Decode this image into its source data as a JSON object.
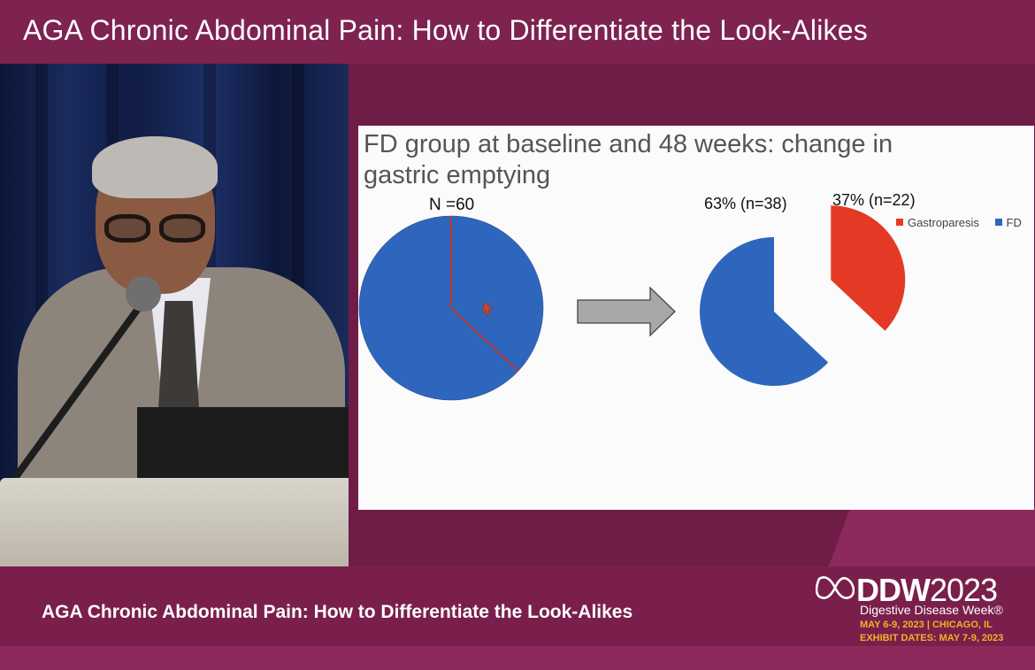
{
  "header": {
    "title": "AGA Chronic Abdominal Pain: How to Differentiate the Look-Alikes"
  },
  "slide": {
    "title": "FD group at baseline and 48 weeks: change in gastric emptying"
  },
  "chart_data": {
    "type": "pie",
    "title": "FD group at baseline and 48 weeks: change in gastric emptying",
    "baseline": {
      "label": "N =60",
      "slices": [
        {
          "name": "FD",
          "value": 60,
          "color": "#2f66bd"
        }
      ]
    },
    "followup": {
      "slices": [
        {
          "name": "FD",
          "value": 63,
          "n": 38,
          "label": "63% (n=38)",
          "color": "#2f66bd"
        },
        {
          "name": "Gastroparesis",
          "value": 37,
          "n": 22,
          "label": "37% (n=22)",
          "color": "#e43a25"
        }
      ]
    },
    "legend": [
      {
        "name": "Gastroparesis",
        "color": "#e43a25"
      },
      {
        "name": "FD",
        "color": "#2f66bd"
      }
    ],
    "legend_position": "top-right"
  },
  "footer": {
    "title": "AGA Chronic Abdominal Pain: How to Differentiate the Look-Alikes",
    "logo_brand": "DDW",
    "logo_year": "2023",
    "logo_subtitle": "Digestive Disease Week®",
    "logo_dates": "MAY 6-9, 2023 | CHICAGO, IL",
    "logo_exhibit": "EXHIBIT DATES: MAY 7-9, 2023"
  },
  "colors": {
    "brand": "#7e2250",
    "accent": "#f0b424",
    "fd": "#2f66bd",
    "gastroparesis": "#e43a25"
  }
}
